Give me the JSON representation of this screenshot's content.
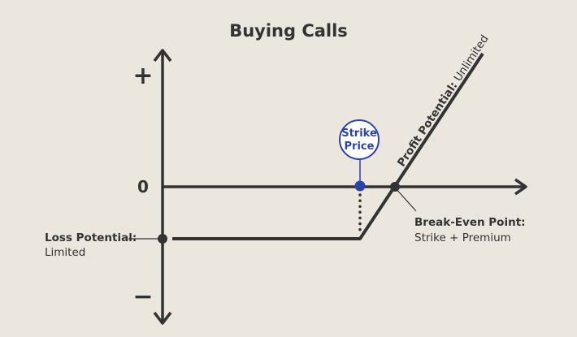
{
  "title": "Buying Calls",
  "axis": {
    "plus_label": "+",
    "zero_label": "0",
    "minus_label": "−"
  },
  "strike": {
    "line1": "Strike",
    "line2": "Price"
  },
  "profit": {
    "bold": "Profit Potential:",
    "normal": " Unlimited"
  },
  "breakeven": {
    "title": "Break-Even Point:",
    "subtitle": "Strike + Premium"
  },
  "loss": {
    "title": "Loss Potential:",
    "subtitle": "Limited"
  },
  "colors": {
    "background": "#ebe7df",
    "ink": "#333333",
    "strike_blue": "#2c44a8",
    "strike_fill": "#ffffff"
  }
}
